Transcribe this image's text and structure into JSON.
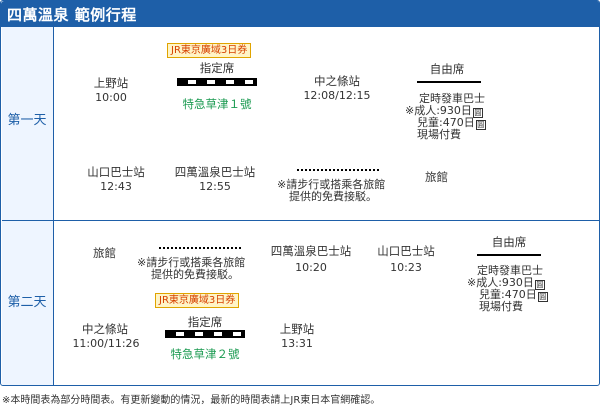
{
  "title": "四萬溫泉 範例行程",
  "day1": {
    "label": "第一天",
    "pass": "JR東京廣域3日券",
    "seat_class_reserved": "指定席",
    "train": "特急草津１號",
    "ueno": {
      "name": "上野站",
      "time": "10:00"
    },
    "nakanojo": {
      "name": "中之條站",
      "time": "12:08/12:15"
    },
    "jiyu": "自由席",
    "bus_note_1": "定時發車巴士",
    "fare_adult_label": "※成人:930日",
    "fare_child_label": "兒童:470日",
    "fare_payment": "現場付費",
    "yamaguchi": {
      "name": "山口巴士站",
      "time": "12:43"
    },
    "shima": {
      "name": "四萬溫泉巴士站",
      "time": "12:55"
    },
    "walk_note_1": "※請步行或搭乘各旅館",
    "walk_note_2": "提供的免費接駁。",
    "ryokan": "旅館"
  },
  "day2": {
    "label": "第二天",
    "ryokan": "旅館",
    "walk_note_1": "※請步行或搭乘各旅館",
    "walk_note_2": "提供的免費接駁。",
    "shima": {
      "name": "四萬溫泉巴士站",
      "time": "10:20"
    },
    "yamaguchi": {
      "name": "山口巴士站",
      "time": "10:23"
    },
    "jiyu": "自由席",
    "bus_note_1": "定時發車巴士",
    "fare_adult_label": "※成人:930日",
    "fare_child_label": "兒童:470日",
    "fare_payment": "現場付費",
    "pass": "JR東京廣域3日券",
    "seat_class_reserved": "指定席",
    "nakanojo": {
      "name": "中之條站",
      "time": "11:00/11:26"
    },
    "ueno": {
      "name": "上野站",
      "time": "13:31"
    },
    "train": "特急草津２號"
  },
  "yen_mark": "圓",
  "footnote": "※本時間表為部分時間表。有更新變動的情況，最新的時間表請上JR東日本官網確認。",
  "colors": {
    "accent": "#1e5fa8",
    "train_green": "#1a9a50",
    "pass_text": "#d64000",
    "pass_bg": "#fff4c6"
  }
}
